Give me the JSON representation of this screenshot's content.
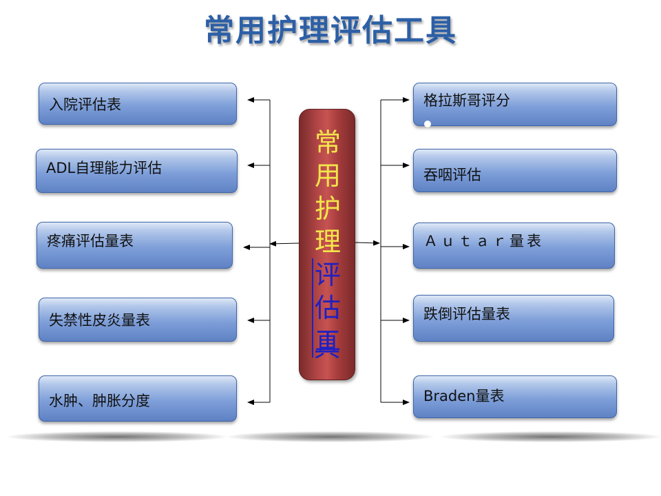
{
  "title": "常用护理评估工具",
  "center_label": [
    "常",
    "用",
    "护",
    "理",
    "评",
    "估",
    "工",
    "具"
  ],
  "left_boxes": [
    "入院评估表",
    "ADL自理能力评估",
    "疼痛评估量表",
    "失禁性皮炎量表",
    "水肿、肿胀分度"
  ],
  "right_boxes": [
    "格拉斯哥评分",
    "吞咽评估",
    "Ａｕｔａｒ量表",
    "跌倒评估量表",
    "Braden量表"
  ],
  "colors": {
    "title": "#2c5fa6",
    "center_top_text": "#f2e64a",
    "center_bottom_text": "#2020c0",
    "box_fill": "#7e9fd9",
    "center_fill": "#b54848"
  }
}
